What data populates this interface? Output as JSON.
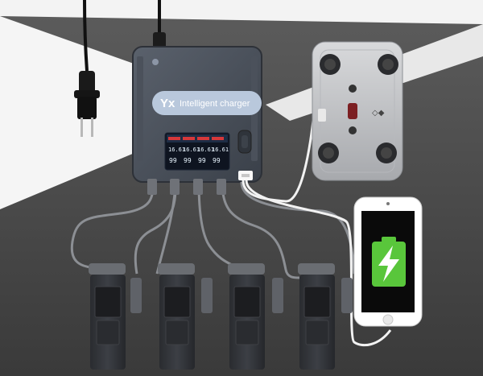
{
  "charger": {
    "logo": "Yx",
    "label": "Intelligent charger",
    "lcd": {
      "row1": [
        "16.61",
        "16.61",
        "16.61",
        "16.61"
      ],
      "row2": [
        "99",
        "99",
        "99",
        "99"
      ]
    },
    "colors": {
      "body": "#474d57",
      "badge": "#b9c8dc",
      "badge_text": "#ffffff"
    }
  },
  "icons": [
    "power-plug-icon",
    "battery-charging-icon",
    "remote-controller-icon",
    "smartphone-icon",
    "drone-battery-icon"
  ],
  "colors": {
    "phone_battery": "#59c63b",
    "background_dark": "#4a4a4a",
    "background_light": "#f1f1f1"
  }
}
